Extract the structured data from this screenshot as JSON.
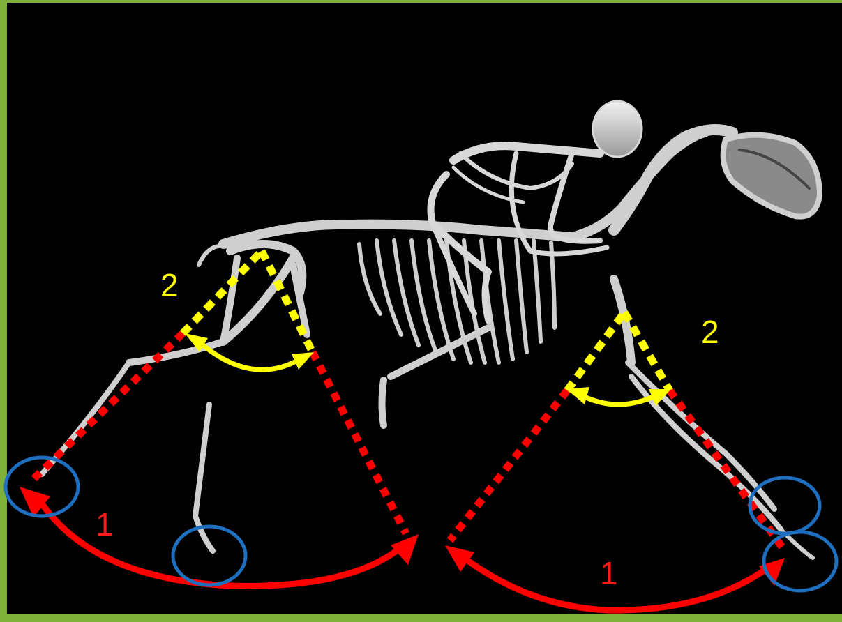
{
  "labels": {
    "rear_stride": "1",
    "front_stride": "1",
    "rear_joint_angle": "2",
    "front_joint_angle": "2"
  },
  "colors": {
    "background_border": "#7fb03a",
    "photo_background": "#000000",
    "stride_lines": "#ff0000",
    "angle_lines": "#ffff00",
    "hoof_circles": "#1f6fc0",
    "label_red": "#ff1a1a",
    "label_yellow": "#ffff00"
  },
  "icons": {
    "subject": "horse-and-rider-skeleton"
  }
}
